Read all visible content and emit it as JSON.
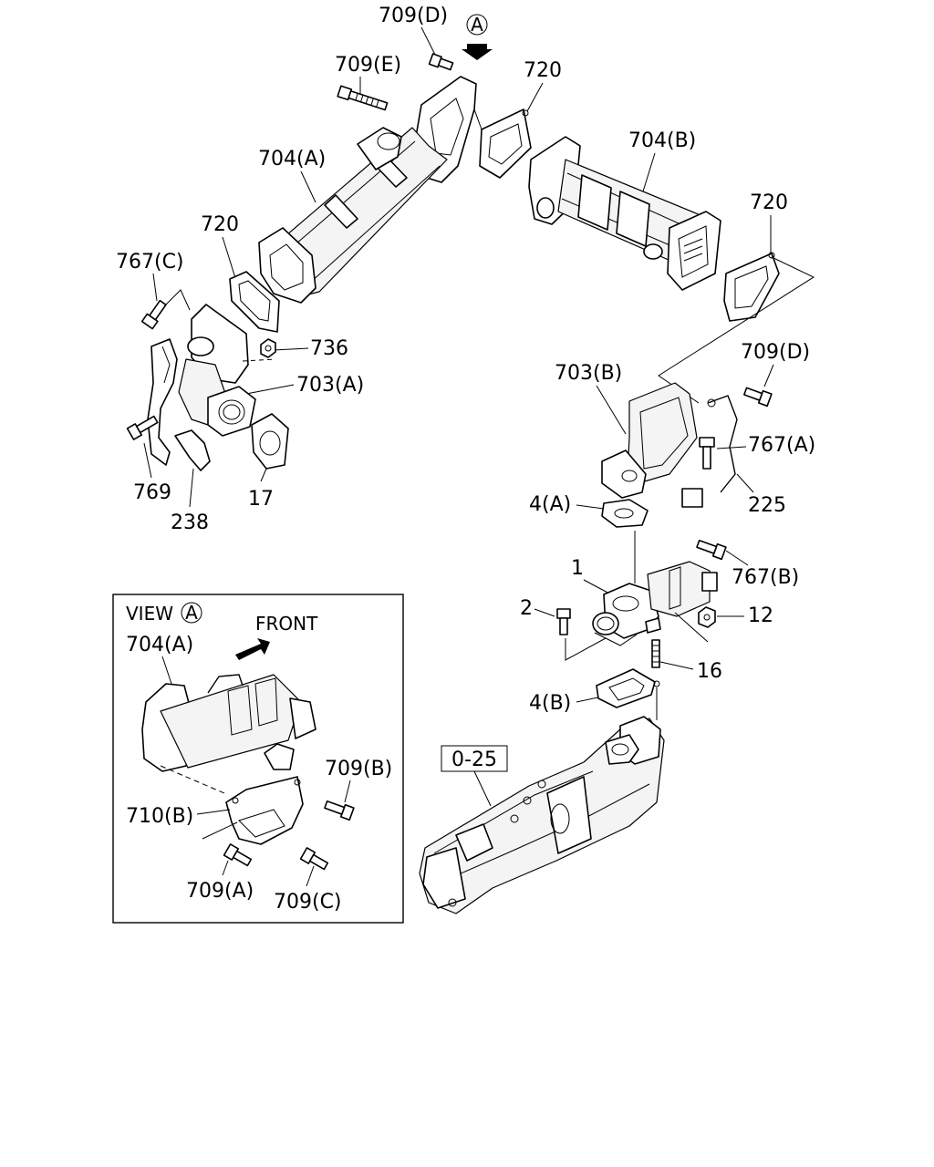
{
  "labels": {
    "p709d_top": "709(D)",
    "view_a_marker": "A",
    "p709e": "709(E)",
    "p720_top": "720",
    "p704a": "704(A)",
    "p704b": "704(B)",
    "p720_right": "720",
    "p720_left": "720",
    "p767c": "767(C)",
    "p736": "736",
    "p703a": "703(A)",
    "p769": "769",
    "p238": "238",
    "p17": "17",
    "p709d_right": "709(D)",
    "p703b": "703(B)",
    "p767a": "767(A)",
    "p225": "225",
    "p4a": "4(A)",
    "p1": "1",
    "p767b": "767(B)",
    "p2": "2",
    "p12": "12",
    "p16": "16",
    "p4b": "4(B)",
    "p025": "0-25"
  },
  "view_box": {
    "title": "VIEW",
    "title_marker": "A",
    "front": "FRONT",
    "p704a": "704(A)",
    "p709b": "709(B)",
    "p710b": "710(B)",
    "p709a": "709(A)",
    "p709c": "709(C)"
  }
}
